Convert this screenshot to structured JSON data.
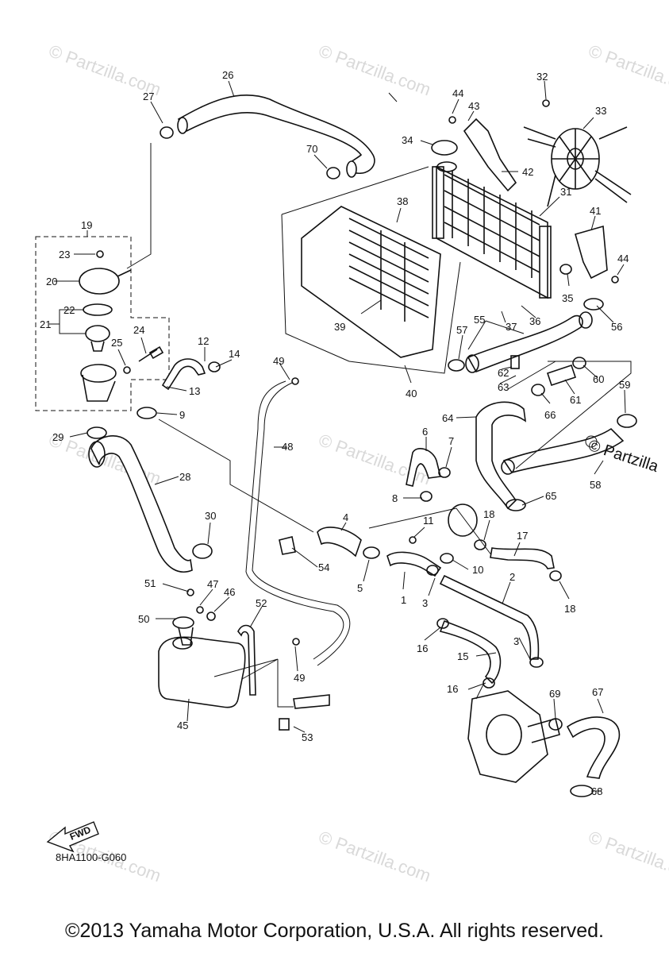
{
  "watermark": "© Partzilla.com",
  "watermark_overlay": "© Partzilla",
  "diagram_code": "8HA1100-G060",
  "fwd_label": "FWD",
  "copyright": "©2013 Yamaha Motor Corporation, U.S.A. All rights reserved.",
  "callouts": [
    "1",
    "2",
    "3",
    "3",
    "4",
    "5",
    "6",
    "7",
    "8",
    "9",
    "10",
    "11",
    "12",
    "13",
    "14",
    "15",
    "16",
    "16",
    "17",
    "18",
    "18",
    "19",
    "20",
    "21",
    "22",
    "23",
    "24",
    "25",
    "26",
    "27",
    "28",
    "29",
    "30",
    "31",
    "32",
    "33",
    "34",
    "35",
    "36",
    "37",
    "38",
    "39",
    "40",
    "41",
    "42",
    "43",
    "44",
    "44",
    "45",
    "46",
    "47",
    "48",
    "49",
    "49",
    "50",
    "51",
    "52",
    "53",
    "54",
    "55",
    "56",
    "57",
    "58",
    "59",
    "60",
    "61",
    "62",
    "63",
    "64",
    "65",
    "66",
    "67",
    "68",
    "69",
    "70"
  ]
}
